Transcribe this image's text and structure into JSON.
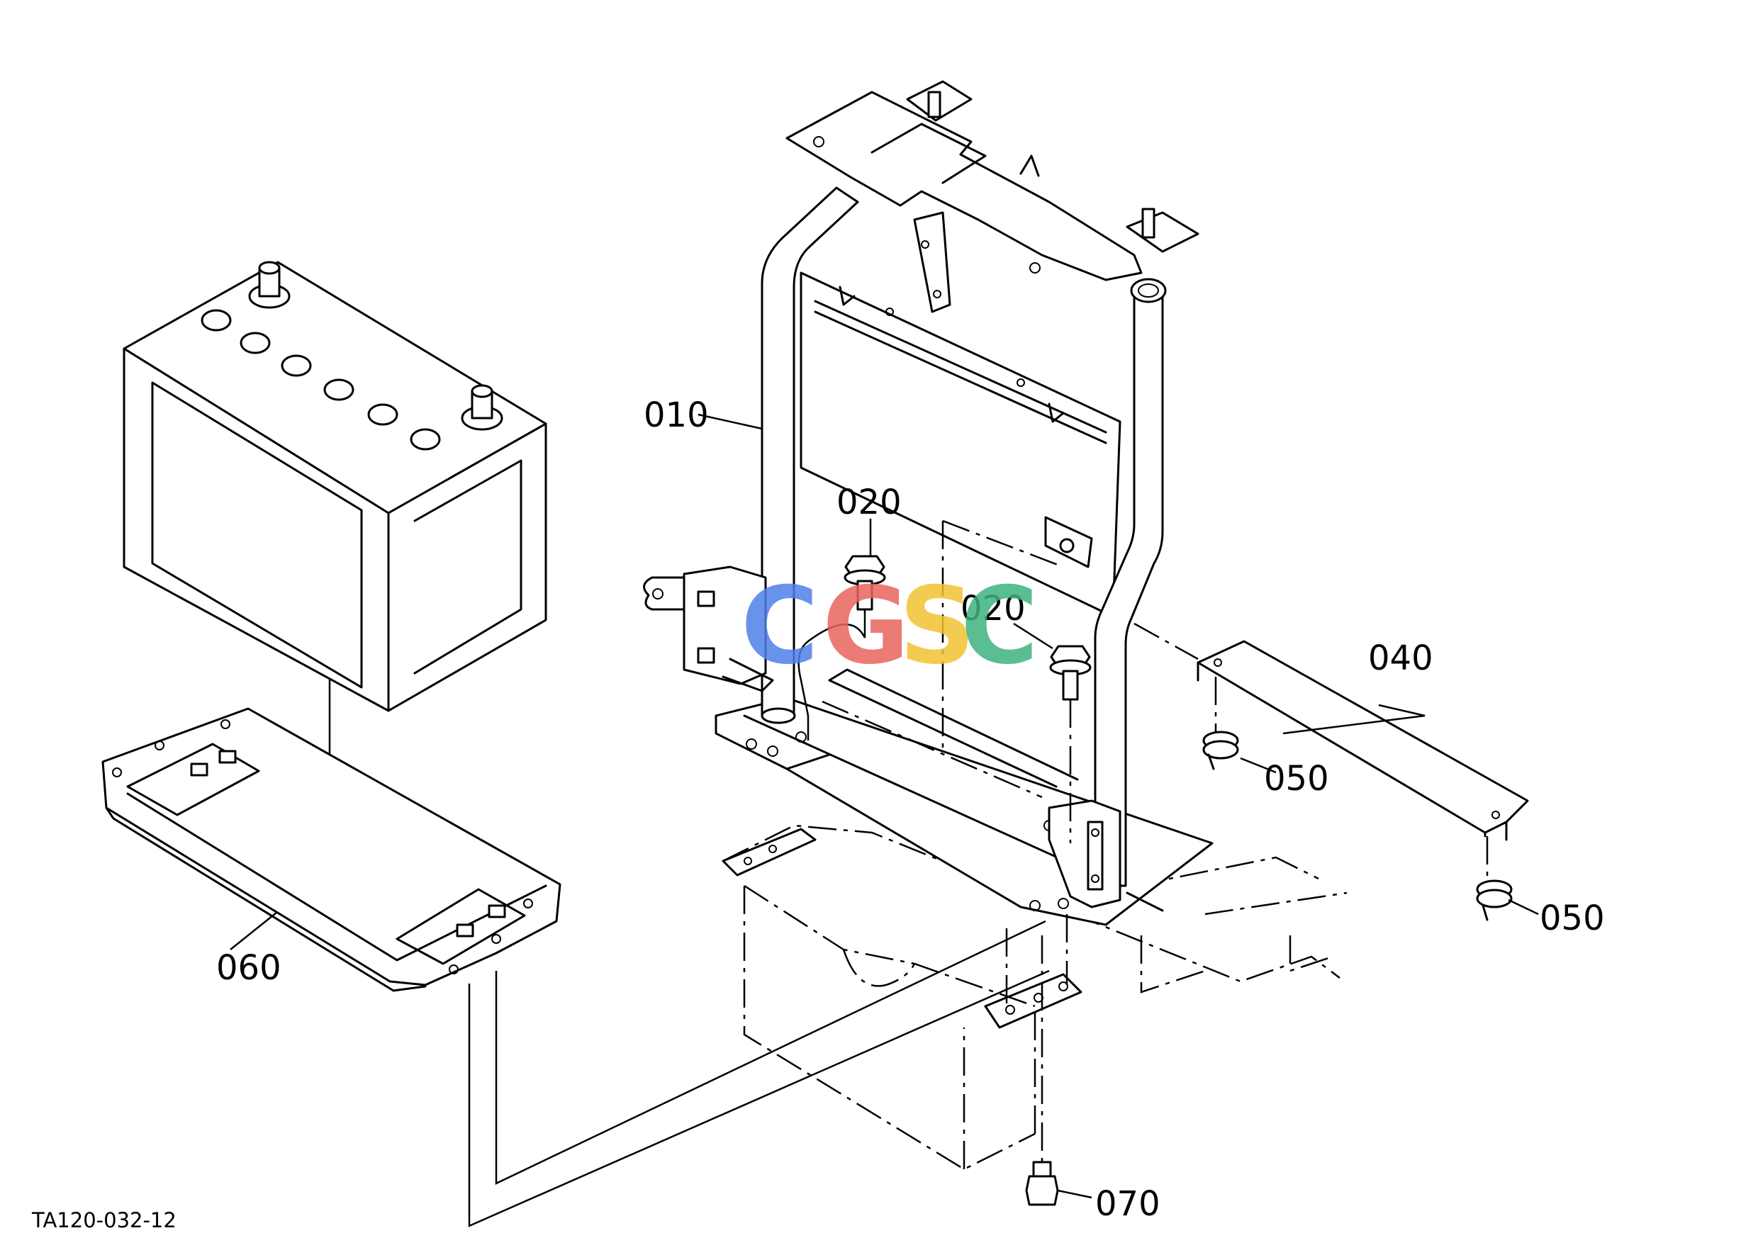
{
  "labels": {
    "frame": "010",
    "bolt_a": "020",
    "bolt_b": "020",
    "cover": "040",
    "clip_a": "050",
    "clip_b": "050",
    "battery_tray": "060",
    "nut": "070"
  },
  "drawing_code": "TA120-032-12",
  "watermark": {
    "letters": [
      "C",
      "G",
      "S",
      "C"
    ],
    "colors": [
      "#4f7fea",
      "#e8645c",
      "#f1c232",
      "#3fb27f"
    ]
  }
}
